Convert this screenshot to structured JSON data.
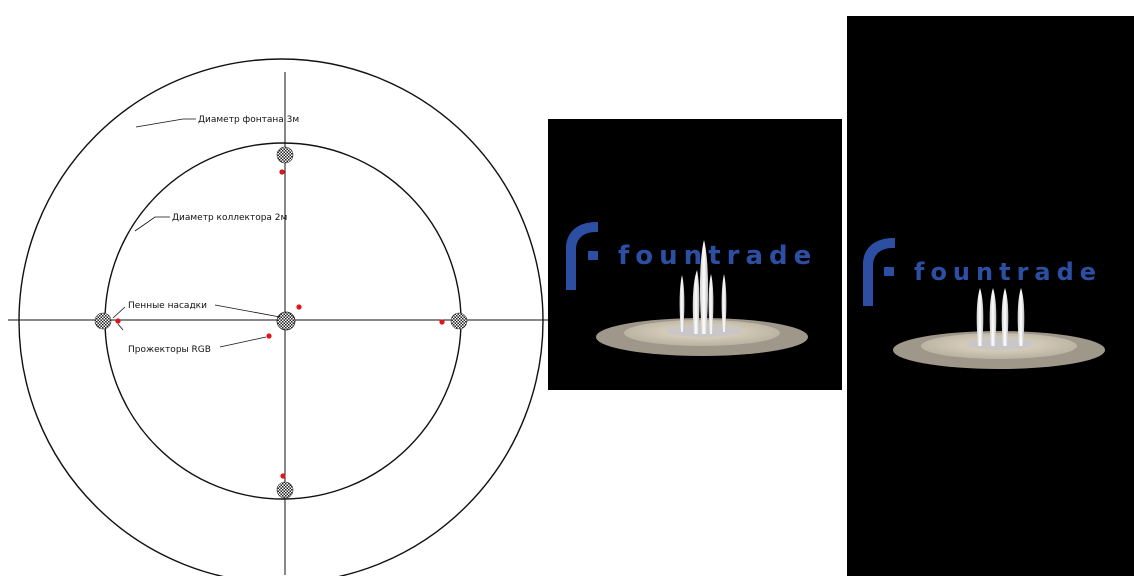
{
  "plan": {
    "labels": {
      "fountain_diameter": "Диаметр фонтана 3м",
      "collector_diameter": "Диаметр коллектора 2м",
      "foam_nozzles": "Пенные насадки",
      "rgb_projectors": "Прожекторы RGB"
    }
  },
  "renders": [
    {
      "brand": "fountrade"
    },
    {
      "brand": "fountrade"
    }
  ],
  "colors": {
    "background": "#ffffff",
    "line": "#111111",
    "marker_red": "#e0141c",
    "render_bg": "#000000",
    "brand_blue": "#2d4fa3",
    "pool_outer": "#a9a295",
    "pool_inner": "#d8cdb6",
    "jet": "#f4f4f4"
  },
  "icons": {
    "nozzle": "foam-nozzle-icon",
    "projector": "rgb-projector-icon",
    "logo": "fountrade-logo-icon"
  }
}
